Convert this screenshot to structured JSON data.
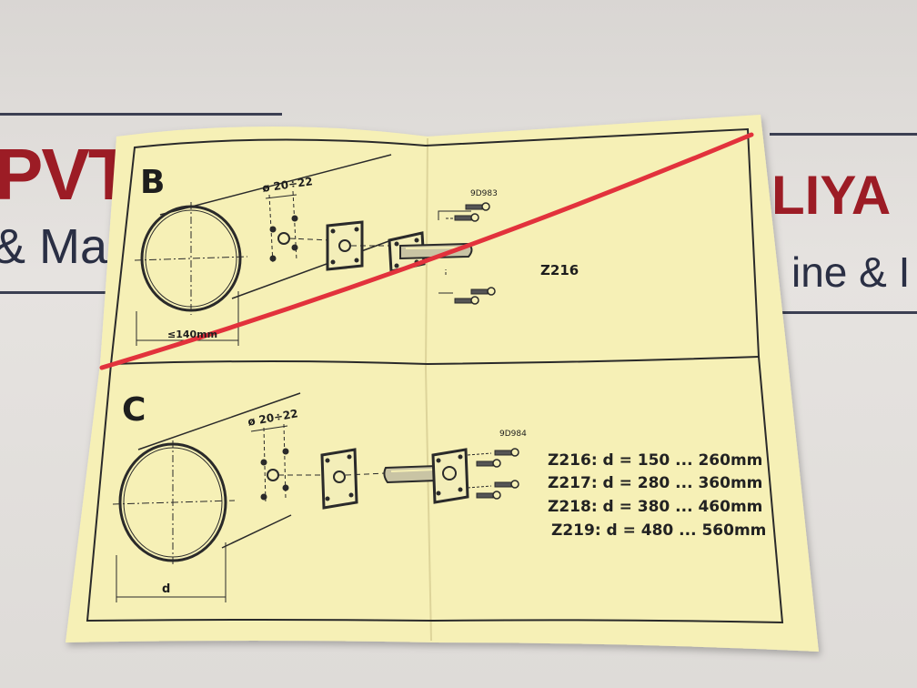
{
  "background": {
    "left_brand": "PVT",
    "left_tagline": "& Ma",
    "right_brand": "LIYA",
    "right_tagline": "ine & I"
  },
  "sheet": {
    "section_b": {
      "letter": "B",
      "hole_spec": "ø 20÷22",
      "part_code": "9D983",
      "model": "Z216",
      "size_limit": "≤140mm"
    },
    "section_c": {
      "letter": "C",
      "hole_spec": "ø 20÷22",
      "part_code": "9D984",
      "dimension_label": "d",
      "specs": [
        "Z216: d = 150 ... 260mm",
        "Z217: d = 280 ... 360mm",
        "Z218: d = 380 ... 460mm",
        "Z219: d = 480 ... 560mm"
      ]
    }
  },
  "colors": {
    "paper": "#f6f0b6",
    "ink": "#2a2a2a",
    "strike": "#e2323c"
  }
}
